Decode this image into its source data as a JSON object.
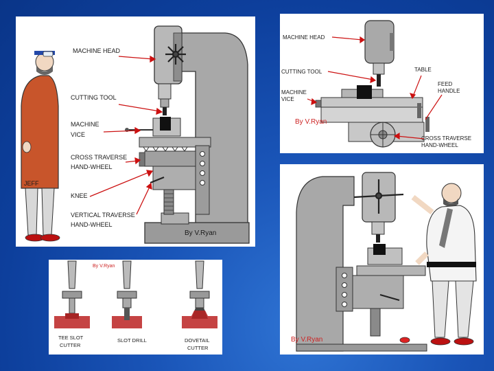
{
  "colors": {
    "background": "#1a55b8",
    "machine_gray": "#a9a9a9",
    "machine_dark": "#7a7a7a",
    "coat": "#c8552b",
    "arrow_red": "#cc1111"
  },
  "panel_main": {
    "labels": {
      "machine_head": "MACHINE HEAD",
      "cutting_tool": "CUTTING TOOL",
      "machine_vice_1": "MACHINE",
      "machine_vice_2": "VICE",
      "cross_traverse_1": "CROSS TRAVERSE",
      "cross_traverse_2": "HAND-WHEEL",
      "knee": "KNEE",
      "vertical_traverse_1": "VERTICAL TRAVERSE",
      "vertical_traverse_2": "HAND-WHEEL",
      "person_name": "JEFF",
      "credit": "By V.Ryan"
    }
  },
  "panel_side": {
    "labels": {
      "machine_head": "MACHINE HEAD",
      "cutting_tool": "CUTTING TOOL",
      "table": "TABLE",
      "feed_handle_1": "FEED",
      "feed_handle_2": "HANDLE",
      "machine_vice_1": "MACHINE",
      "machine_vice_2": "VICE",
      "cross_traverse_1": "CROSS TRAVERSE",
      "cross_traverse_2": "HAND-WHEEL",
      "credit": "By V.Ryan"
    }
  },
  "panel_operator": {
    "labels": {
      "credit": "By V.Ryan"
    }
  },
  "panel_cutters": {
    "labels": {
      "credit": "By V.Ryan",
      "tee_slot_1": "TEE SLOT",
      "tee_slot_2": "CUTTER",
      "slot_drill": "SLOT DRILL",
      "dovetail_1": "DOVETAIL",
      "dovetail_2": "CUTTER"
    }
  }
}
